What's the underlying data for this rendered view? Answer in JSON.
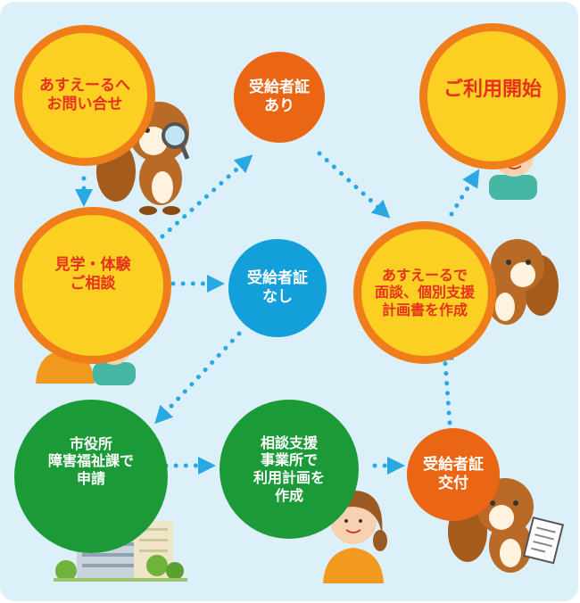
{
  "nodes": {
    "contact": "あすえーるへ\nお問い合せ",
    "visit": "見学・体験\nご相談",
    "cert_yes": "受給者証\nあり",
    "cert_no": "受給者証\nなし",
    "start": "ご利用開始",
    "plan": "あすえーるで\n面談、個別支援\n計画書を作成",
    "city": "市役所\n障害福祉課で\n申請",
    "office": "相談支援\n事業所で\n利用計画を\n作成",
    "issued": "受給者証\n交付"
  },
  "colors": {
    "background": "#dcf0fa",
    "yellow_fill": "#fcd023",
    "yellow_border": "#ef7d1a",
    "yellow_text": "#e6311d",
    "orange": "#ea6514",
    "blue": "#139fd9",
    "green": "#1c9a37",
    "arrow": "#28a9e3"
  },
  "icons": [
    "squirrel-magnifier",
    "squirrel-pointing",
    "squirrel-document",
    "boy",
    "mother-and-child",
    "woman",
    "city-hall-building"
  ]
}
